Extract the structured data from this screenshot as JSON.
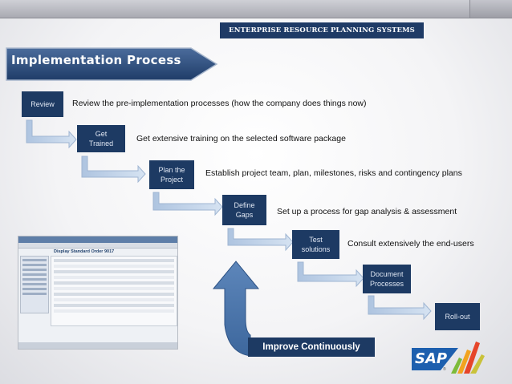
{
  "header": {
    "banner_text": "ENTERPRISE RESOURCE PLANNING SYSTEMS"
  },
  "section": {
    "title": "Implementation Process"
  },
  "steps": [
    {
      "label": "Review",
      "description": "Review the pre-implementation processes (how the company does things now)"
    },
    {
      "label": "Get Trained",
      "description": "Get extensive training on the selected software package"
    },
    {
      "label": "Plan the Project",
      "description": "Establish project team, plan, milestones, risks and contingency plans"
    },
    {
      "label": "Define Gaps",
      "description": "Set up a process for gap analysis & assessment"
    },
    {
      "label": "Test solutions",
      "description": "Consult extensively the end-users"
    },
    {
      "label": "Document Processes",
      "description": ""
    },
    {
      "label": "Roll-out",
      "description": ""
    }
  ],
  "loop": {
    "label": "Improve Continuously"
  },
  "screenshot_inset": {
    "title": "Display Standard Order 9017"
  },
  "logos": {
    "sap": "SAP",
    "sap_registered": "®"
  },
  "colors": {
    "box": "#1d3a63",
    "banner": "#1f3b66",
    "arrow_light": "#b9cde6",
    "arrow_dark": "#4a74a8",
    "title_arrow": "#2b4b7a"
  }
}
